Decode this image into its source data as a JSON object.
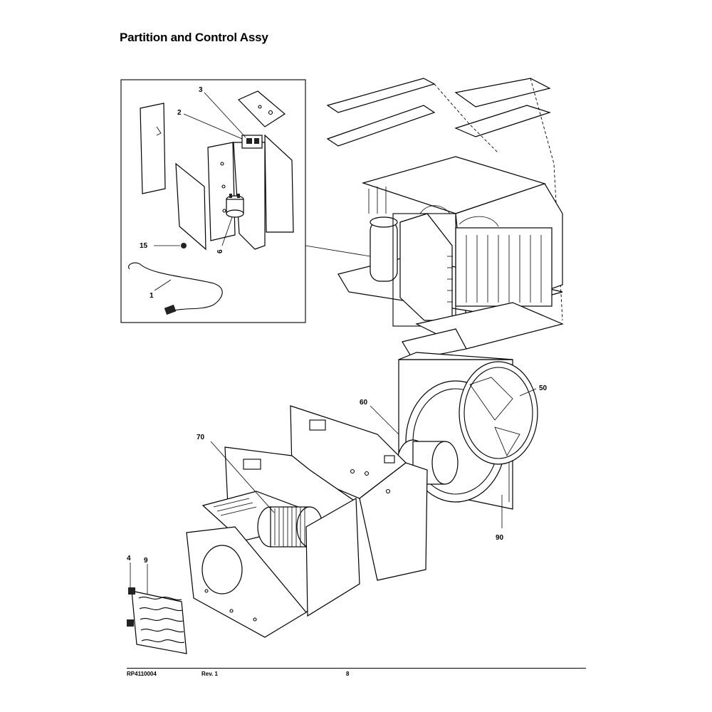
{
  "title": "Partition and Control Assy",
  "callouts": [
    "3",
    "2",
    "15",
    "6",
    "1",
    "50",
    "60",
    "70",
    "90",
    "4",
    "9"
  ],
  "footer": {
    "doc_number": "RP4110004",
    "revision": "Rev. 1",
    "page": "8"
  }
}
